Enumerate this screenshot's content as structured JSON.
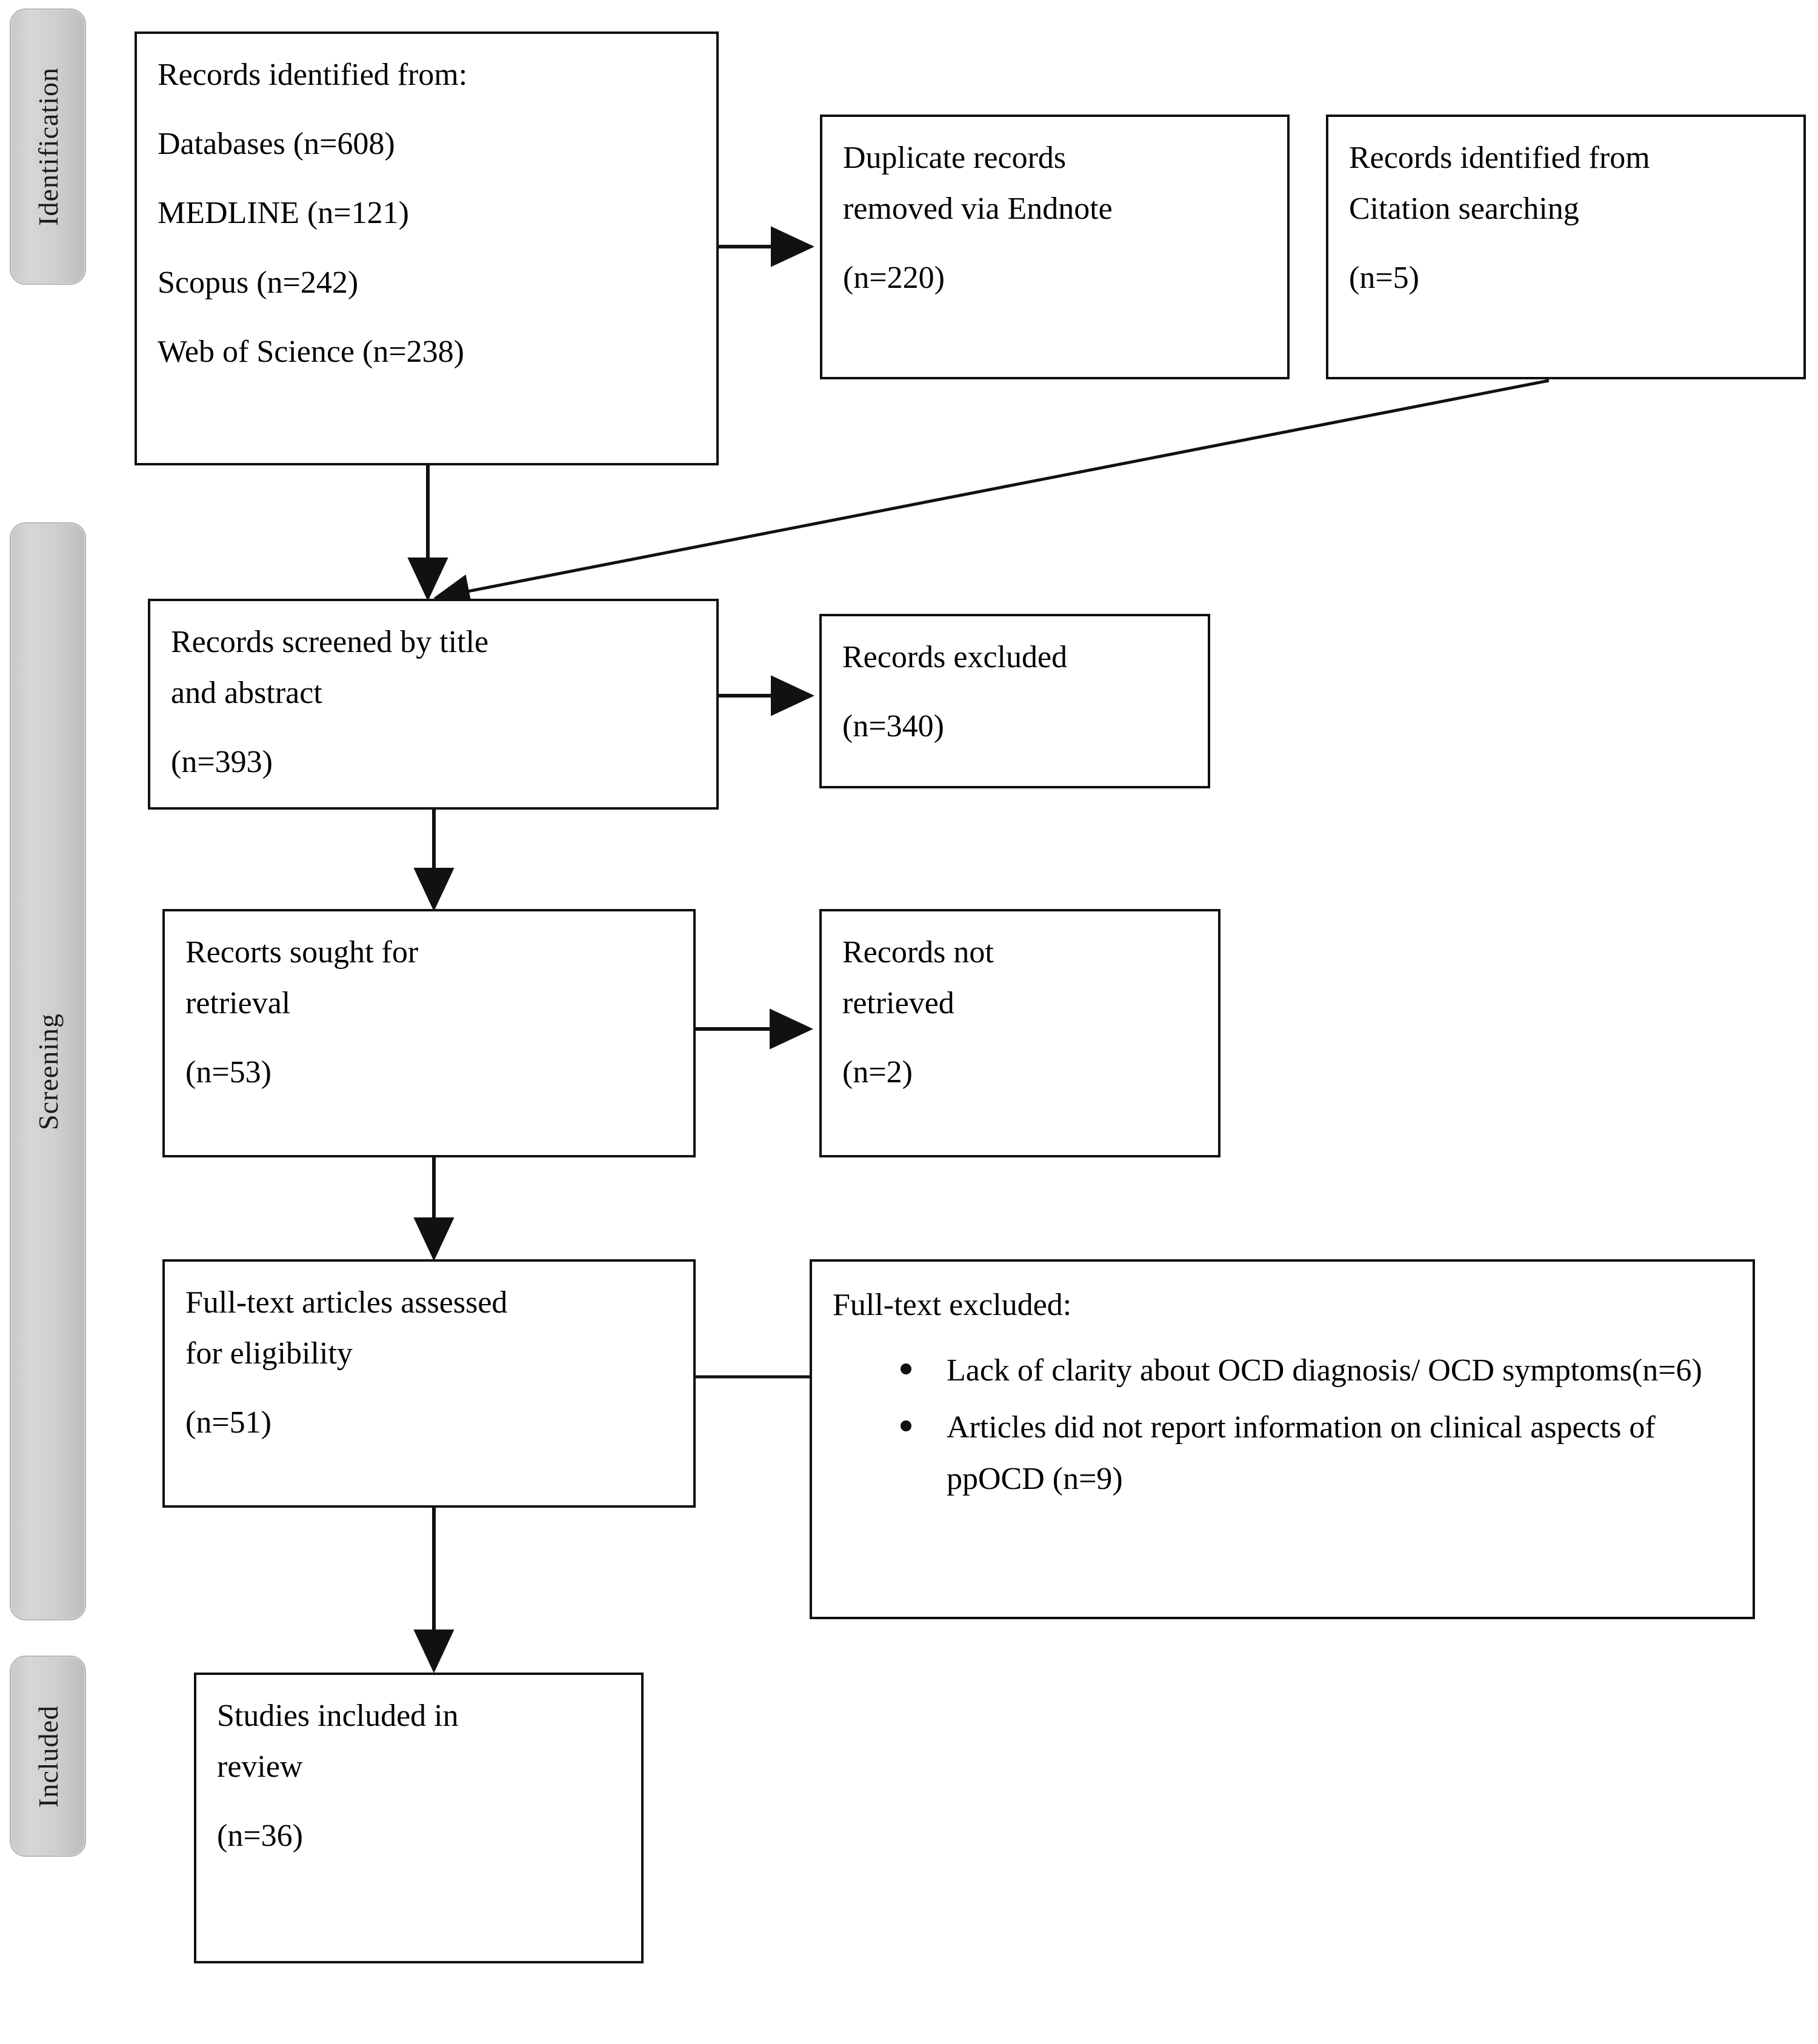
{
  "diagram": {
    "type": "prisma-flow-diagram",
    "phases": [
      {
        "id": "identification",
        "label": "Identification"
      },
      {
        "id": "screening",
        "label": "Screening"
      },
      {
        "id": "included",
        "label": "Included"
      }
    ],
    "nodes": {
      "records_identified": {
        "lines": [
          "Records identified from:",
          "Databases (n=608)",
          "MEDLINE (n=121)",
          "Scopus (n=242)",
          "Web of Science (n=238)"
        ]
      },
      "duplicates_removed": {
        "lines": [
          "Duplicate records",
          "removed via Endnote",
          "(n=220)"
        ]
      },
      "citation_searching": {
        "lines": [
          "Records identified from",
          "Citation searching",
          "(n=5)"
        ]
      },
      "records_screened": {
        "lines": [
          "Records screened by title",
          "and abstract",
          "(n=393)"
        ]
      },
      "records_excluded": {
        "lines": [
          "Records excluded",
          "(n=340)"
        ]
      },
      "records_sought": {
        "lines": [
          "Recorts sought for",
          "retrieval",
          "(n=53)"
        ]
      },
      "records_not_retrieved": {
        "lines": [
          "Records not",
          "retrieved",
          "(n=2)"
        ]
      },
      "fulltext_assessed": {
        "lines": [
          "Full-text articles assessed",
          "for eligibility",
          "(n=51)"
        ]
      },
      "fulltext_excluded": {
        "heading": "Full-text excluded:",
        "bullets": [
          "Lack of clarity about OCD diagnosis/ OCD symptoms(n=6)",
          "Articles did not report information on clinical aspects of ppOCD (n=9)"
        ]
      },
      "studies_included": {
        "lines": [
          "Studies included in",
          "review",
          "(n=36)"
        ]
      }
    },
    "counts": {
      "databases": 608,
      "medline": 121,
      "scopus": 242,
      "web_of_science": 238,
      "duplicates_removed": 220,
      "citation_searching": 5,
      "screened": 393,
      "excluded": 340,
      "sought": 53,
      "not_retrieved": 2,
      "assessed": 51,
      "excluded_unclear_ocd": 6,
      "excluded_no_clinical_info": 9,
      "included": 36
    },
    "colors": {
      "box_border": "#111111",
      "box_fill": "#ffffff",
      "phase_tab_fill": "#cccccc",
      "text": "#000000"
    }
  }
}
